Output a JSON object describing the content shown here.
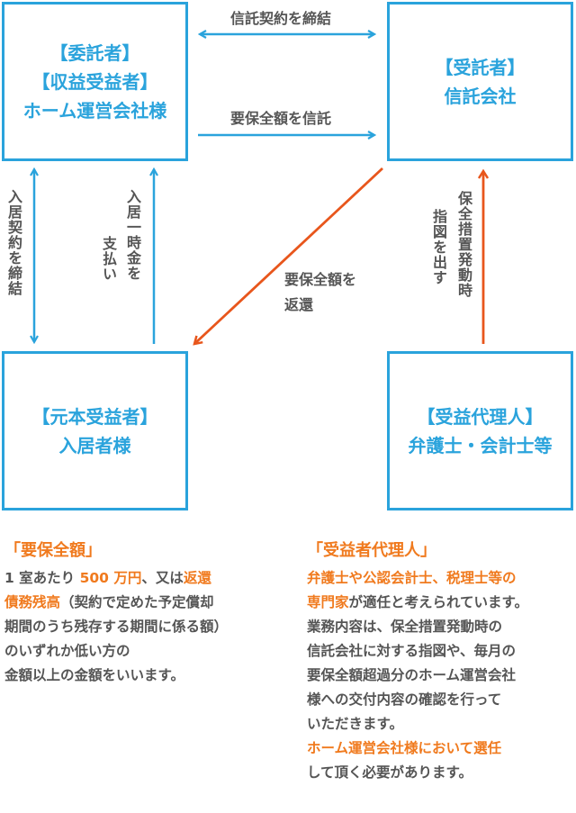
{
  "colors": {
    "blue": "#2aa3dc",
    "orange_arrow": "#e8561c",
    "orange_text": "#f07a1e",
    "gray_text": "#555555"
  },
  "boxes": {
    "settlor": [
      "【委託者】",
      "【収益受益者】",
      "ホーム運営会社様"
    ],
    "trustee": [
      "【受託者】",
      "信託会社"
    ],
    "beneficiary": [
      "【元本受益者】",
      "入居者様"
    ],
    "agent": [
      "【受益代理人】",
      "弁護士・会計士等"
    ]
  },
  "arrows": {
    "trust_contract": "信託契約を締結",
    "entrust_amount": "要保全額を信託",
    "occupancy_contract": "入居契約を締結",
    "lump_sum_1": "入居一時金を",
    "lump_sum_2": "支払い",
    "return_1": "要保全額を",
    "return_2": "返還",
    "instruct_1": "保全措置発動時",
    "instruct_2": "指図を出す"
  },
  "notes": {
    "left": {
      "heading": "「要保全額」",
      "p1": "1 室あたり ",
      "p1o": "500 万円",
      "p1b": "、又は",
      "p1o2": "返還",
      "p2o": "債務残高",
      "p2": "（契約で定めた予定償却",
      "p3": "期間のうち残存する期間に係る額）",
      "p4": "のいずれか低い方の",
      "p5": "金額以上の金額をいいます。"
    },
    "right": {
      "heading": "「受益者代理人」",
      "l1o": "弁護士や公認会計士、税理士等の",
      "l2o": "専門家",
      "l2": "が適任と考えられています。",
      "l3": "業務内容は、保全措置発動時の",
      "l4": "信託会社に対する指図や、毎月の",
      "l5": "要保全額超過分のホーム運営会社",
      "l6": "様への交付内容の確認を行って",
      "l7": "いただきます。",
      "l8o": "ホーム運営会社様において選任",
      "l9": "して頂く必要があります。"
    }
  }
}
